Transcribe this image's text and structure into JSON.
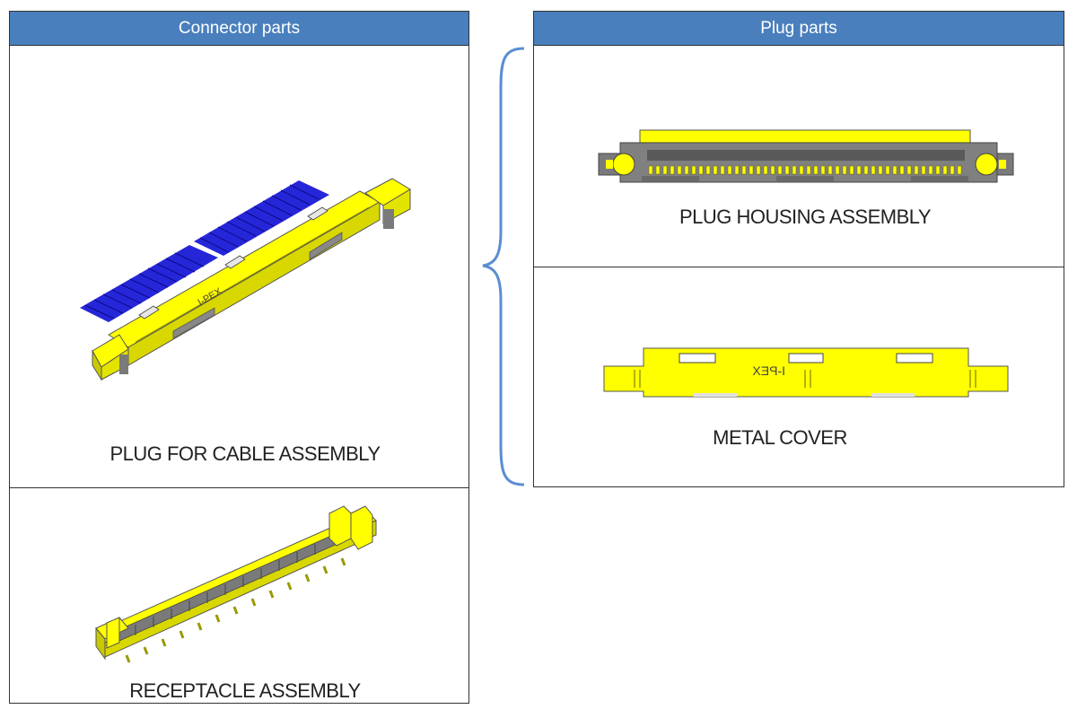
{
  "colors": {
    "header_bg": "#4a7fbd",
    "part_yellow": "#ffff00",
    "part_shadow": "#c9c900",
    "housing_gray": "#7a7a7a",
    "cable_blue": "#2626d9",
    "brace_blue": "#5b8dd1"
  },
  "connector_parts": {
    "header": "Connector parts",
    "plug_cable": {
      "label": "PLUG FOR CABLE ASSEMBLY",
      "marking": "I-PEX"
    },
    "receptacle": {
      "label": "RECEPTACLE ASSEMBLY"
    }
  },
  "plug_parts": {
    "header": "Plug parts",
    "housing": {
      "label": "PLUG HOUSING ASSEMBLY"
    },
    "cover": {
      "label": "METAL COVER",
      "marking": "I-PEX"
    }
  }
}
